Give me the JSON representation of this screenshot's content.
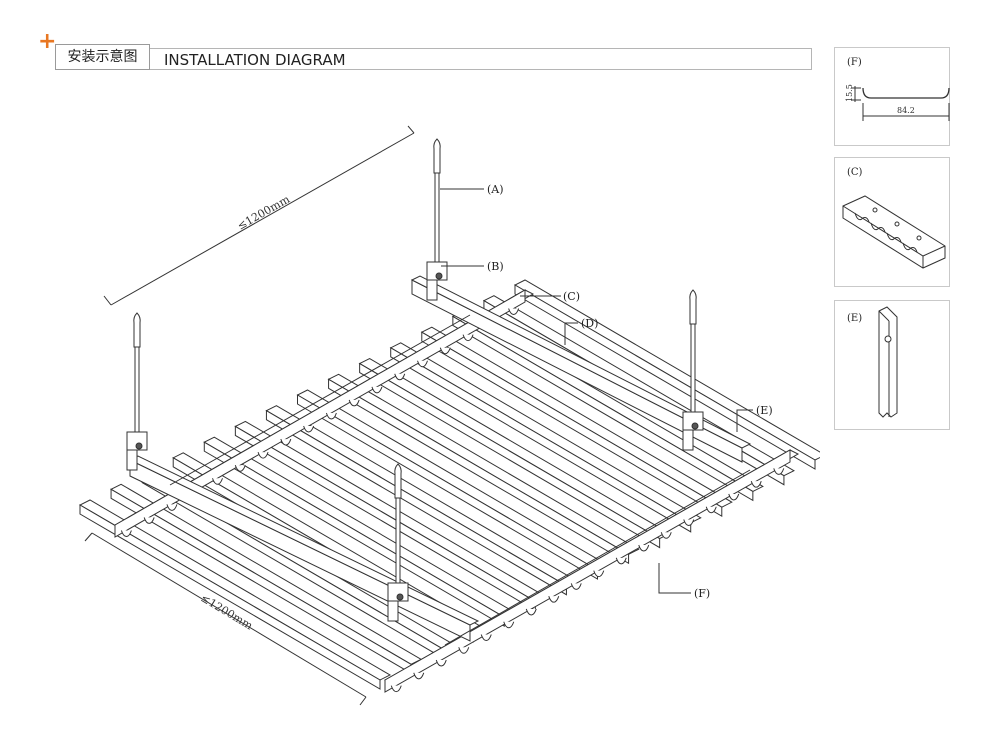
{
  "header": {
    "title_zh": "安装示意图",
    "title_en": "INSTALLATION DIAGRAM"
  },
  "labels": {
    "A": "(A)",
    "B": "(B)",
    "C": "(C)",
    "D": "(D)",
    "E": "(E)",
    "F": "(F)"
  },
  "dimensions": {
    "top": "≤1200mm",
    "bottom": "≤1200mm"
  },
  "details": {
    "F": {
      "label": "(F)",
      "height": "15.5",
      "width": "84.2"
    },
    "C": {
      "label": "(C)"
    },
    "E": {
      "label": "(E)"
    }
  },
  "colors": {
    "accent": "#e87722",
    "line": "#333333"
  }
}
